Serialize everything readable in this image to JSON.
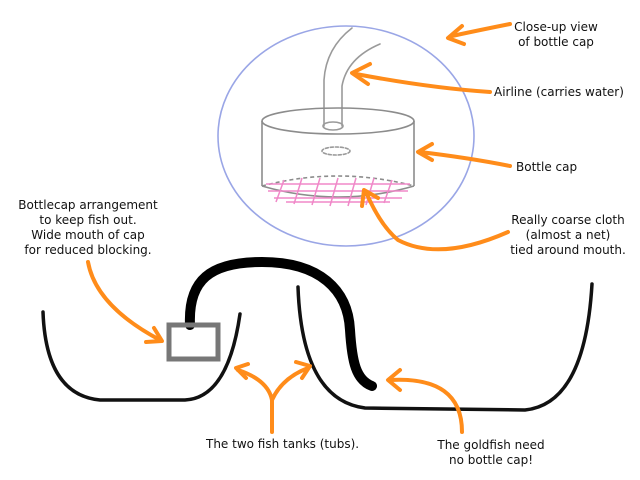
{
  "labels": {
    "closeup_line1": "Close-up view",
    "closeup_line2": "of bottle cap",
    "airline": "Airline (carries water)",
    "bottle_cap": "Bottle cap",
    "cloth_line1": "Really coarse cloth",
    "cloth_line2": "(almost a net)",
    "cloth_line3": "tied around mouth.",
    "arrangement_line1": "Bottlecap arrangement",
    "arrangement_line2": "to keep fish out.",
    "arrangement_line3": "Wide mouth of cap",
    "arrangement_line4": "for reduced blocking.",
    "tanks": "The two fish tanks (tubs).",
    "goldfish_line1": "The goldfish need",
    "goldfish_line2": "no bottle cap!"
  },
  "colors": {
    "arrow": "#ff8c1a",
    "circle": "#9aa6e6",
    "line": "#9a9a9a",
    "tub": "#111111",
    "hose": "#000000",
    "cap_small": "#777777",
    "cloth": "#f088c8"
  }
}
